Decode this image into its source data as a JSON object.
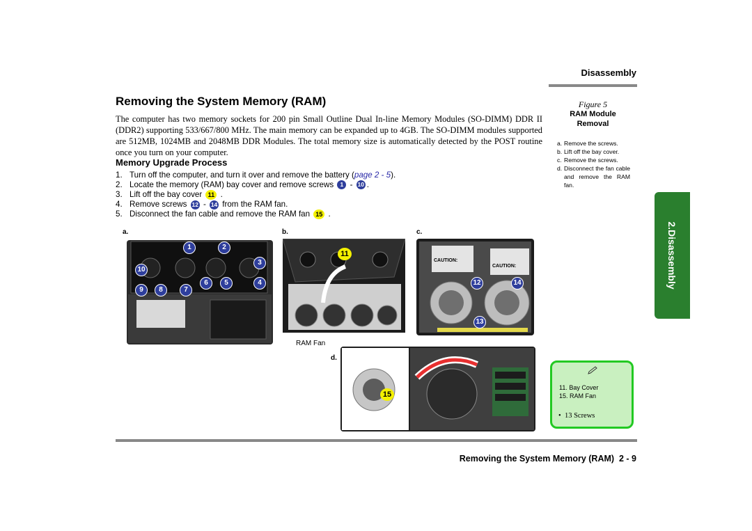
{
  "header": {
    "section": "Disassembly"
  },
  "title": "Removing the System Memory (RAM)",
  "intro": "The computer has two memory sockets for 200 pin Small Outline Dual In-line Memory Modules (SO-DIMM) DDR II (DDR2) supporting 533/667/800 MHz. The main memory can be expanded up to 4GB. The SO-DIMM modules supported are 512MB, 1024MB and 2048MB DDR Modules. The total memory size is automatically detected by the POST routine once you turn on your computer.",
  "procedure": {
    "heading": "Memory Upgrade Process",
    "steps": [
      {
        "num": "1.",
        "before": "Turn off the computer, and turn it over and remove the battery (",
        "link": "page 2 - 5",
        "after": ")."
      },
      {
        "num": "2.",
        "before": "Locate the memory (RAM) bay cover and remove screws",
        "b1": "1",
        "dash": "-",
        "b2": "10",
        "after": "."
      },
      {
        "num": "3.",
        "before": "Lift off the bay cover",
        "b1": "11",
        "after": "."
      },
      {
        "num": "4.",
        "before": "Remove screws",
        "b1": "12",
        "dash": "-",
        "b2": "14",
        "after": "from the RAM fan."
      },
      {
        "num": "5.",
        "before": "Disconnect the fan cable and remove the RAM fan",
        "b1": "15",
        "after": "."
      }
    ]
  },
  "figure": {
    "title": "Figure 5",
    "subtitle_line1": "RAM Module",
    "subtitle_line2": "Removal",
    "items": [
      {
        "key": "a.",
        "text": "Remove the screws."
      },
      {
        "key": "b.",
        "text": "Lift off the bay cover."
      },
      {
        "key": "c.",
        "text": "Remove the screws."
      },
      {
        "key": "d.",
        "text": "Disconnect the fan cable and remove the RAM fan."
      }
    ]
  },
  "images": {
    "a": {
      "label": "a.",
      "callouts": [
        "1",
        "2",
        "3",
        "10",
        "6",
        "5",
        "4",
        "9",
        "8",
        "7"
      ]
    },
    "b": {
      "label": "b.",
      "callout": "11",
      "caption": "RAM Fan"
    },
    "c": {
      "label": "c.",
      "callouts": [
        "12",
        "14",
        "13"
      ],
      "caution": "CAUTION:"
    },
    "d": {
      "label": "d.",
      "callout": "15"
    }
  },
  "side_tab": "2.Disassembly",
  "note": {
    "icon": "pencil-icon",
    "items": [
      "11. Bay Cover",
      "15. RAM Fan"
    ],
    "bullet": "•",
    "screws": "13 Screws"
  },
  "footer": {
    "text": "Removing the System Memory (RAM)  2 - 9"
  },
  "colors": {
    "callout_blue": "#2e3e9c",
    "callout_yellow": "#f4f100",
    "tab_green": "#2a7f2e",
    "note_green": "#22c922"
  }
}
